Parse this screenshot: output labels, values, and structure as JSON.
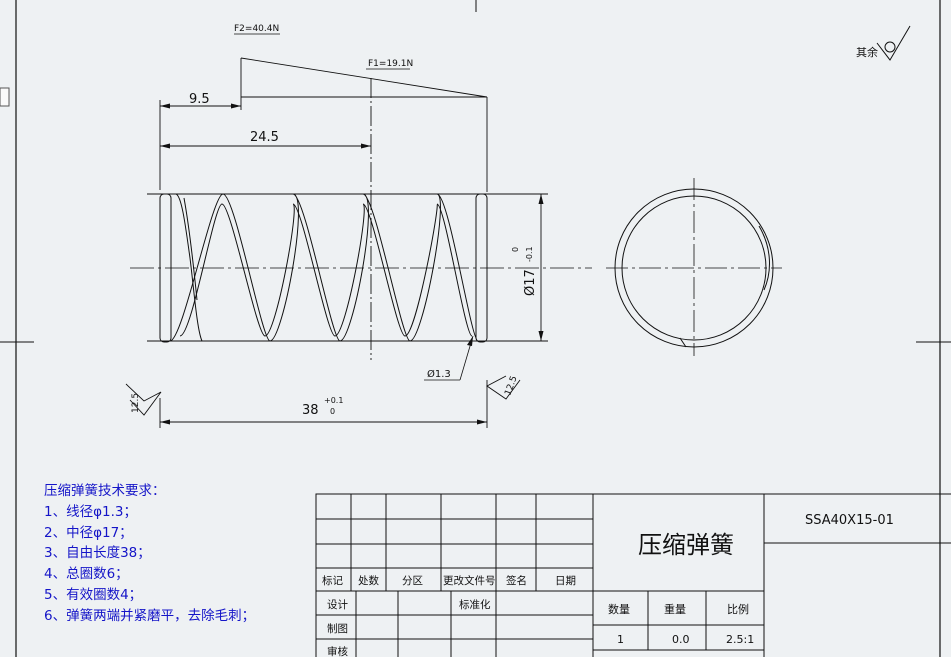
{
  "dimensions": {
    "f2": "F2=40.4N",
    "f1": "F1=19.1N",
    "d_9_5": "9.5",
    "d_24_5": "24.5",
    "d_38": "38",
    "tol_38_upper": "+0.1",
    "tol_38_lower": "0",
    "d_phi17": "Ø17",
    "tol_17_upper": "0",
    "tol_17_lower": "-0.1",
    "d_wire": "Ø1.3",
    "rough_left": "12.5",
    "rough_right": "12.5",
    "rough_other": "其余"
  },
  "tech_requirements": {
    "title": "压缩弹簧技术要求：",
    "items": [
      "1、线径φ1.3；",
      "2、中径φ17；",
      "3、自由长度38；",
      "4、总圈数6；",
      "5、有效圈数4；",
      "6、弹簧两端并紧磨平，去除毛刺；"
    ]
  },
  "title_block": {
    "part_name": "压缩弹簧",
    "part_code": "SSA40X15-01",
    "rev_headers": [
      "标记",
      "处数",
      "分区",
      "更改文件号",
      "签名",
      "日期"
    ],
    "row_design": "设计",
    "row_standardize": "标准化",
    "row_draw": "制图",
    "row_review": "审核",
    "qty_label": "数量",
    "weight_label": "重量",
    "scale_label": "比例",
    "qty_value": "1",
    "weight_value": "0.0",
    "scale_value": "2.5:1"
  },
  "colors": {
    "line": "#111111",
    "background": "#eef1f3",
    "tech_text": "#1515c8"
  }
}
